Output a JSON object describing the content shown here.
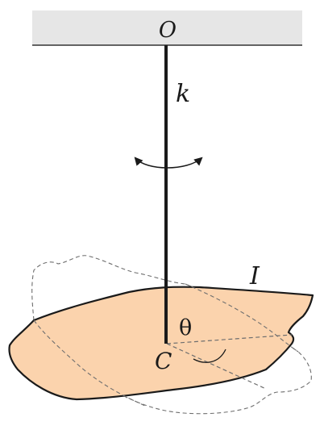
{
  "labels": {
    "pivot": "O",
    "spring_constant": "k",
    "moment_of_inertia": "I",
    "angle": "θ",
    "center": "C"
  },
  "colors": {
    "ceiling_fill": "#e6e6e6",
    "ceiling_stroke": "#333333",
    "body_fill": "#fbd3ad",
    "outline": "#1a1a1a",
    "dashed": "#6e6e6e"
  }
}
